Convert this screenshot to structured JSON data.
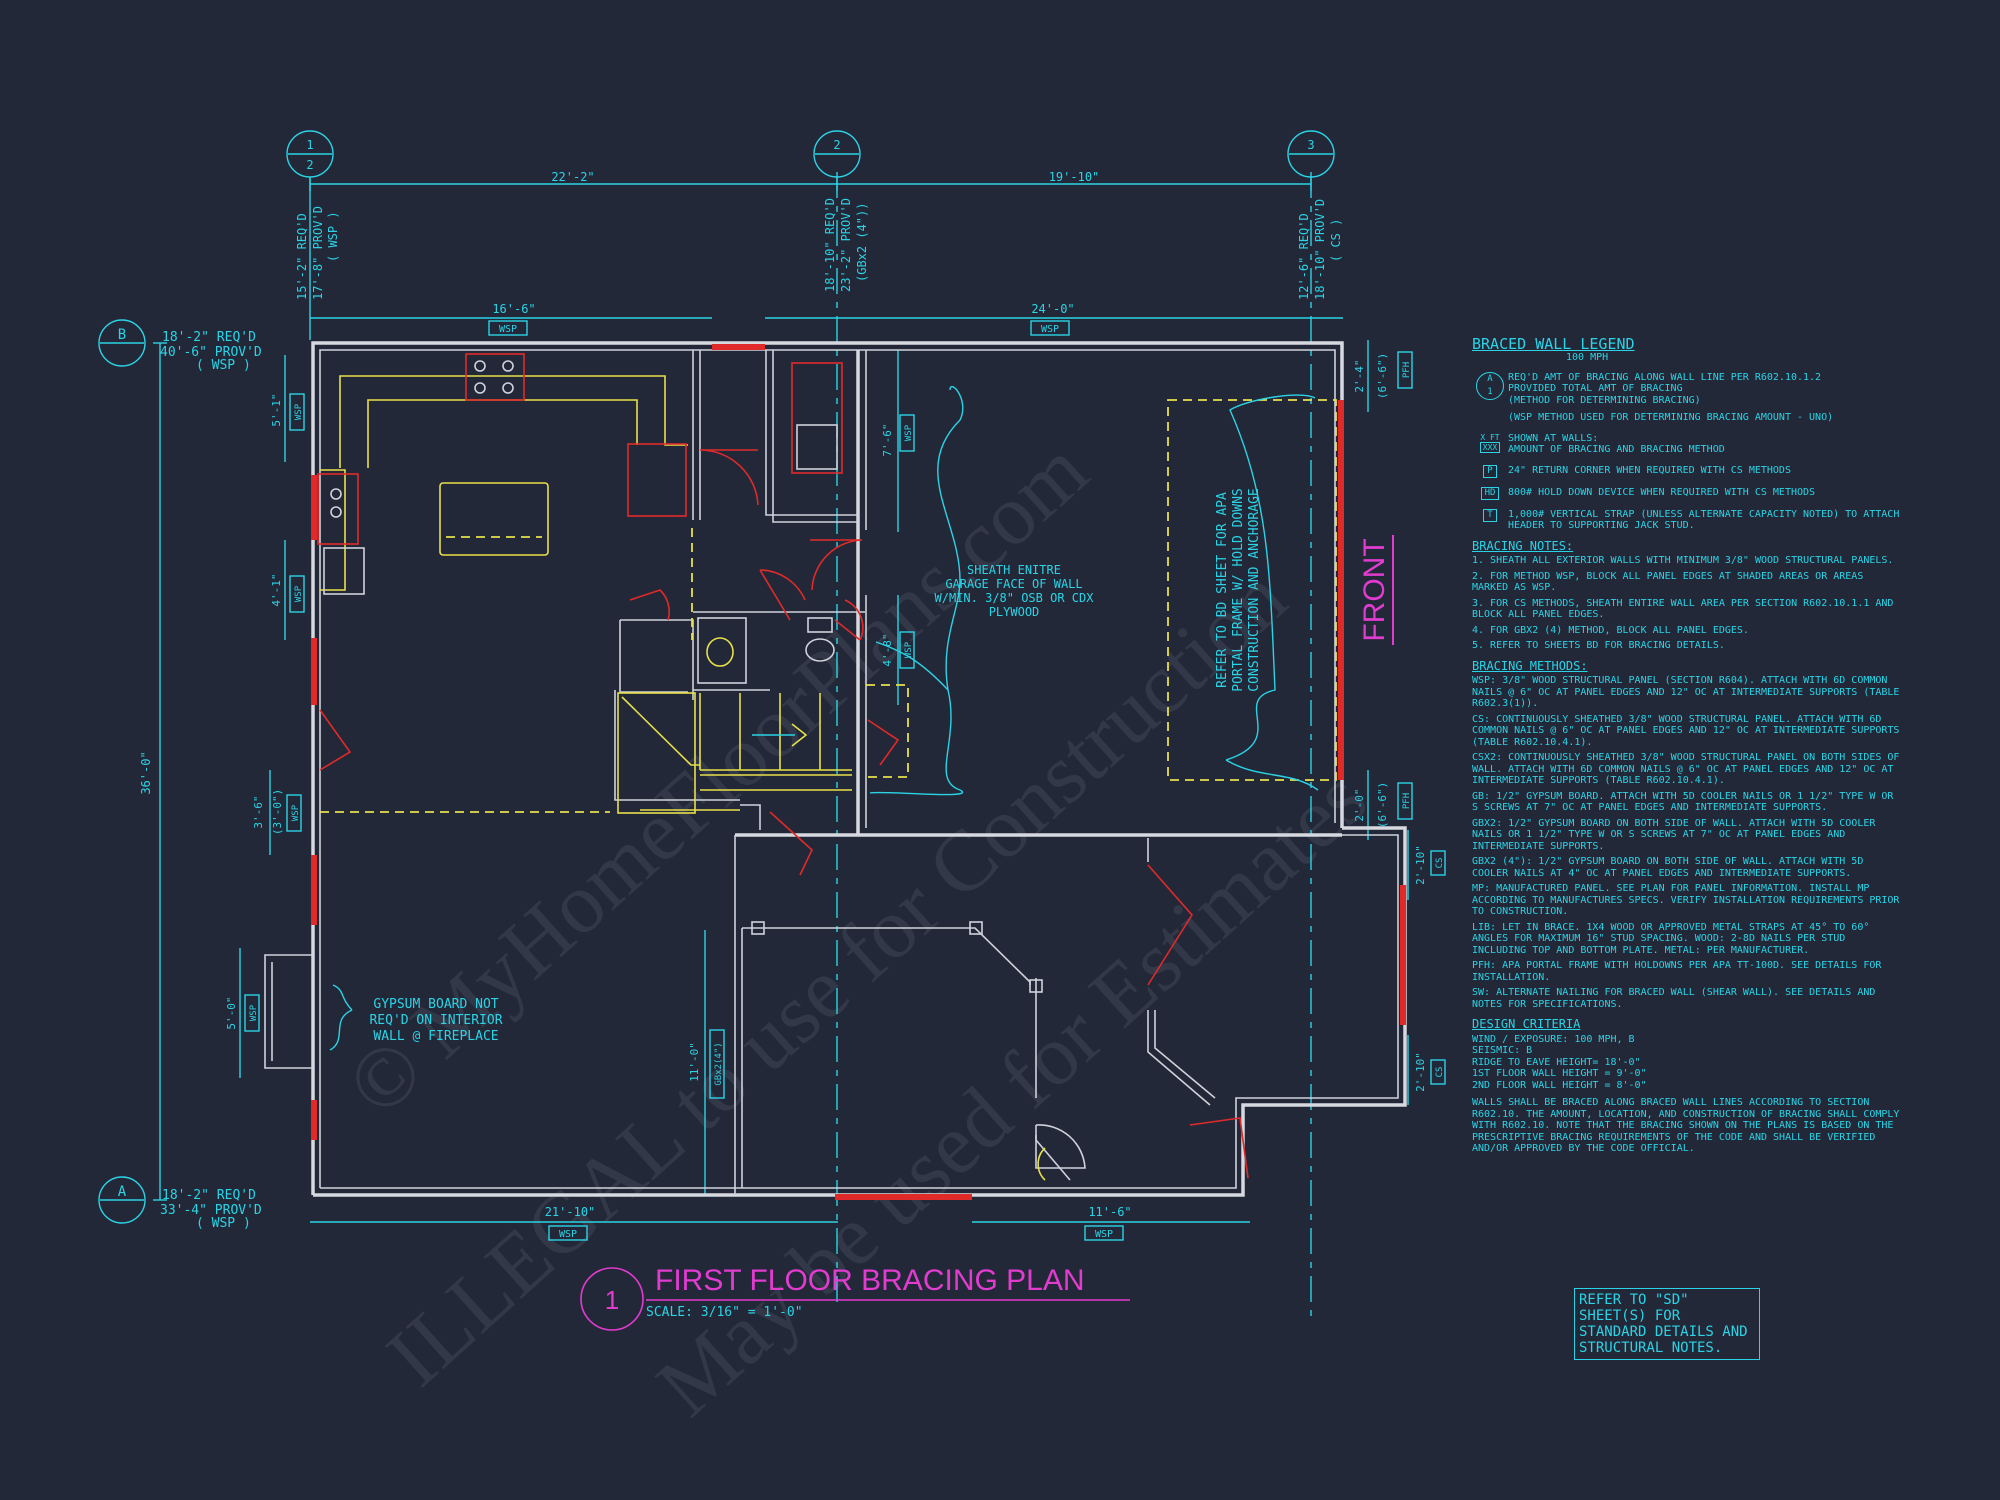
{
  "grid": {
    "col_bubbles": [
      "1\n2",
      "2",
      "3"
    ],
    "row_bubbles": [
      "B",
      "A"
    ]
  },
  "dims": {
    "top_22": "22'-2\"",
    "top_19": "19'-10\"",
    "seg_16": "16'-6\"",
    "seg_24": "24'-0\"",
    "bot_21": "21'-10\"",
    "bot_11": "11'-6\"",
    "overall_36": "36'-0\"",
    "d_7_6": "7'-6\"",
    "d_4_8": "4'-8\"",
    "d_5_1": "5'-1\"",
    "d_4_1": "4'-1\"",
    "d_3_6": "3'-6\"",
    "d_3_0": "(3'-0\")",
    "d_5_0": "5'-0\"",
    "d_11_0": "11'-0\"",
    "d_2_4": "2'-4\"",
    "d_6_6a": "(6'-6\")",
    "d_2_0": "2'-0\"",
    "d_6_6b": "(6'-6\")",
    "d_2_10a": "2'-10\"",
    "d_2_10b": "2'-10\""
  },
  "tags": {
    "wsp": "WSP",
    "pfh": "PFH",
    "cs": "CS",
    "gbx2": "GBx2(4\")"
  },
  "wall_lines": {
    "col1": [
      "15'-2\" REQ'D",
      "17'-8\" PROV'D",
      "( WSP )"
    ],
    "col2": [
      "18'-10\" REQ'D",
      "23'-2\" PROV'D",
      "(GBx2 (4\"))"
    ],
    "col3": [
      "12'-6\" REQ'D",
      "18'-10\" PROV'D",
      "( CS )"
    ],
    "rowB": [
      "18'-2\" REQ'D",
      "40'-6\" PROV'D",
      "( WSP )"
    ],
    "rowA": [
      "18'-2\" REQ'D",
      "33'-4\" PROV'D",
      "( WSP )"
    ]
  },
  "notes": {
    "sheath": [
      "SHEATH ENITRE",
      "GARAGE FACE OF WALL",
      "W/MIN. 3/8\" OSB OR CDX",
      "PLYWOOD"
    ],
    "refer_bd": [
      "REFER TO BD SHEET FOR APA",
      "PORTAL FRAME W/ HOLD DOWNS",
      "CONSTRUCTION AND ANCHORAGE"
    ],
    "gypsum": [
      "GYPSUM BOARD NOT",
      "REQ'D ON INTERIOR",
      "WALL @ FIREPLACE"
    ],
    "front": "FRONT"
  },
  "title_block": {
    "number": "1",
    "title": "FIRST FLOOR BRACING PLAN",
    "scale": "SCALE: 3/16\" = 1'-0\""
  },
  "legend": {
    "title": "BRACED WALL LEGEND",
    "subtitle": "100 MPH",
    "symbol_a_top": "A",
    "symbol_a_bot": "1",
    "a_desc": [
      "REQ'D AMT OF BRACING ALONG WALL LINE PER R602.10.1.2",
      "PROVIDED TOTAL AMT OF BRACING",
      "(METHOD FOR DETERMINING BRACING)"
    ],
    "wsp_method": "(WSP METHOD USED FOR DETERMINING BRACING AMOUNT - UNO)",
    "xft": "X FT",
    "xxx": "XXX",
    "shown_desc": [
      "SHOWN AT WALLS:",
      "AMOUNT OF BRACING AND BRACING METHOD"
    ],
    "sym_p": "P",
    "p_desc": "24\" RETURN CORNER WHEN REQUIRED WITH CS METHODS",
    "sym_hd": "HD",
    "hd_desc": "800# HOLD DOWN DEVICE WHEN REQUIRED WITH CS METHODS",
    "sym_t": "T",
    "t_desc": [
      "1,000# VERTICAL STRAP (UNLESS ALTERNATE CAPACITY NOTED) TO ATTACH",
      "HEADER TO SUPPORTING JACK STUD."
    ],
    "bracing_notes_title": "BRACING NOTES:",
    "bracing_notes": [
      "1. SHEATH ALL EXTERIOR WALLS WITH MINIMUM 3/8\" WOOD STRUCTURAL PANELS.",
      "2. FOR METHOD WSP, BLOCK ALL PANEL EDGES AT SHADED AREAS OR AREAS MARKED AS WSP.",
      "3. FOR CS METHODS, SHEATH ENTIRE WALL AREA PER SECTION R602.10.1.1 AND BLOCK ALL PANEL EDGES.",
      "4. FOR GBx2 (4) METHOD, BLOCK ALL PANEL EDGES.",
      "5. REFER TO SHEETS BD FOR BRACING DETAILS."
    ],
    "methods_title": "BRACING METHODS:",
    "methods": [
      "WSP: 3/8\" WOOD STRUCTURAL PANEL (SECTION R604). ATTACH WITH 6d COMMON NAILS @ 6\" OC AT PANEL EDGES AND 12\" OC AT INTERMEDIATE SUPPORTS (TABLE R602.3(1)).",
      "CS: CONTINUOUSLY SHEATHED 3/8\" WOOD STRUCTURAL PANEL. ATTACH WITH 6d COMMON NAILS @ 6\" OC AT PANEL EDGES AND 12\" OC AT INTERMEDIATE SUPPORTS (TABLE R602.10.4.1).",
      "CSx2: CONTINUOUSLY SHEATHED 3/8\" WOOD STRUCTURAL PANEL ON BOTH SIDES OF WALL. ATTACH WITH 6d COMMON NAILS @ 6\" OC AT PANEL EDGES AND 12\" OC AT INTERMEDIATE SUPPORTS (TABLE R602.10.4.1).",
      "GB: 1/2\" GYPSUM BOARD. ATTACH WITH 5d COOLER NAILS OR 1 1/2\" TYPE W OR S SCREWS AT 7\" OC AT PANEL EDGES AND INTERMEDIATE SUPPORTS.",
      "GBx2: 1/2\" GYPSUM BOARD ON BOTH SIDE OF WALL. ATTACH WITH 5d COOLER NAILS OR 1 1/2\" TYPE W OR S SCREWS AT 7\" OC AT PANEL EDGES AND INTERMEDIATE SUPPORTS.",
      "GBx2 (4\"): 1/2\" GYPSUM BOARD ON BOTH SIDE OF WALL. ATTACH WITH 5d COOLER NAILS AT 4\" OC AT PANEL EDGES AND INTERMEDIATE SUPPORTS.",
      "MP: MANUFACTURED PANEL. SEE PLAN FOR PANEL INFORMATION. INSTALL MP ACCORDING TO MANUFACTURES SPECS. VERIFY INSTALLATION REQUIREMENTS PRIOR TO CONSTRUCTION.",
      "LIB: LET IN BRACE. 1x4 WOOD OR APPROVED METAL STRAPS AT 45° TO 60° ANGLES FOR MAXIMUM 16\" STUD SPACING. WOOD: 2-8d NAILS PER STUD INCLUDING TOP AND BOTTOM PLATE. METAL: PER MANUFACTURER.",
      "PFH: APA PORTAL FRAME WITH HOLDOWNS PER APA TT-100D. SEE DETAILS FOR INSTALLATION.",
      "SW: ALTERNATE NAILING FOR BRACED WALL (SHEAR WALL). SEE DETAILS AND NOTES FOR SPECIFICATIONS."
    ],
    "design_title": "DESIGN CRITERIA",
    "design": [
      "WIND / EXPOSURE:  100 MPH, B",
      "SEISMIC:  B",
      "RIDGE TO EAVE HEIGHT= 18'-0\"",
      "1ST FLOOR WALL HEIGHT = 9'-0\"",
      "2ND FLOOR WALL HEIGHT = 8'-0\""
    ],
    "walls_note": "WALLS SHALL BE BRACED ALONG BRACED WALL LINES ACCORDING TO SECTION R602.10. THE AMOUNT, LOCATION, AND CONSTRUCTION OF BRACING SHALL COMPLY WITH R602.10. NOTE THAT THE BRACING SHOWN ON THE PLANS IS BASED ON THE PRESCRIPTIVE BRACING REQUIREMENTS OF THE CODE AND SHALL BE VERIFIED AND/OR APPROVED BY THE CODE OFFICIAL."
  },
  "refer_box": "REFER TO \"SD\" SHEET(S) FOR STANDARD DETAILS AND STRUCTURAL NOTES.",
  "watermark": [
    "ILLEGAL to use for Construction",
    "© MyHomeFloorPlans.com",
    "May be used for Estimates"
  ]
}
